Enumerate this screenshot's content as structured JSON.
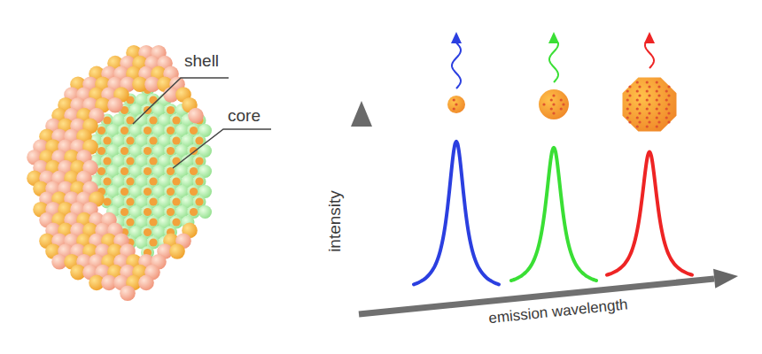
{
  "diagram": {
    "labels": [
      "shell",
      "core",
      "intensity",
      "emission wavelength"
    ]
  }
}
